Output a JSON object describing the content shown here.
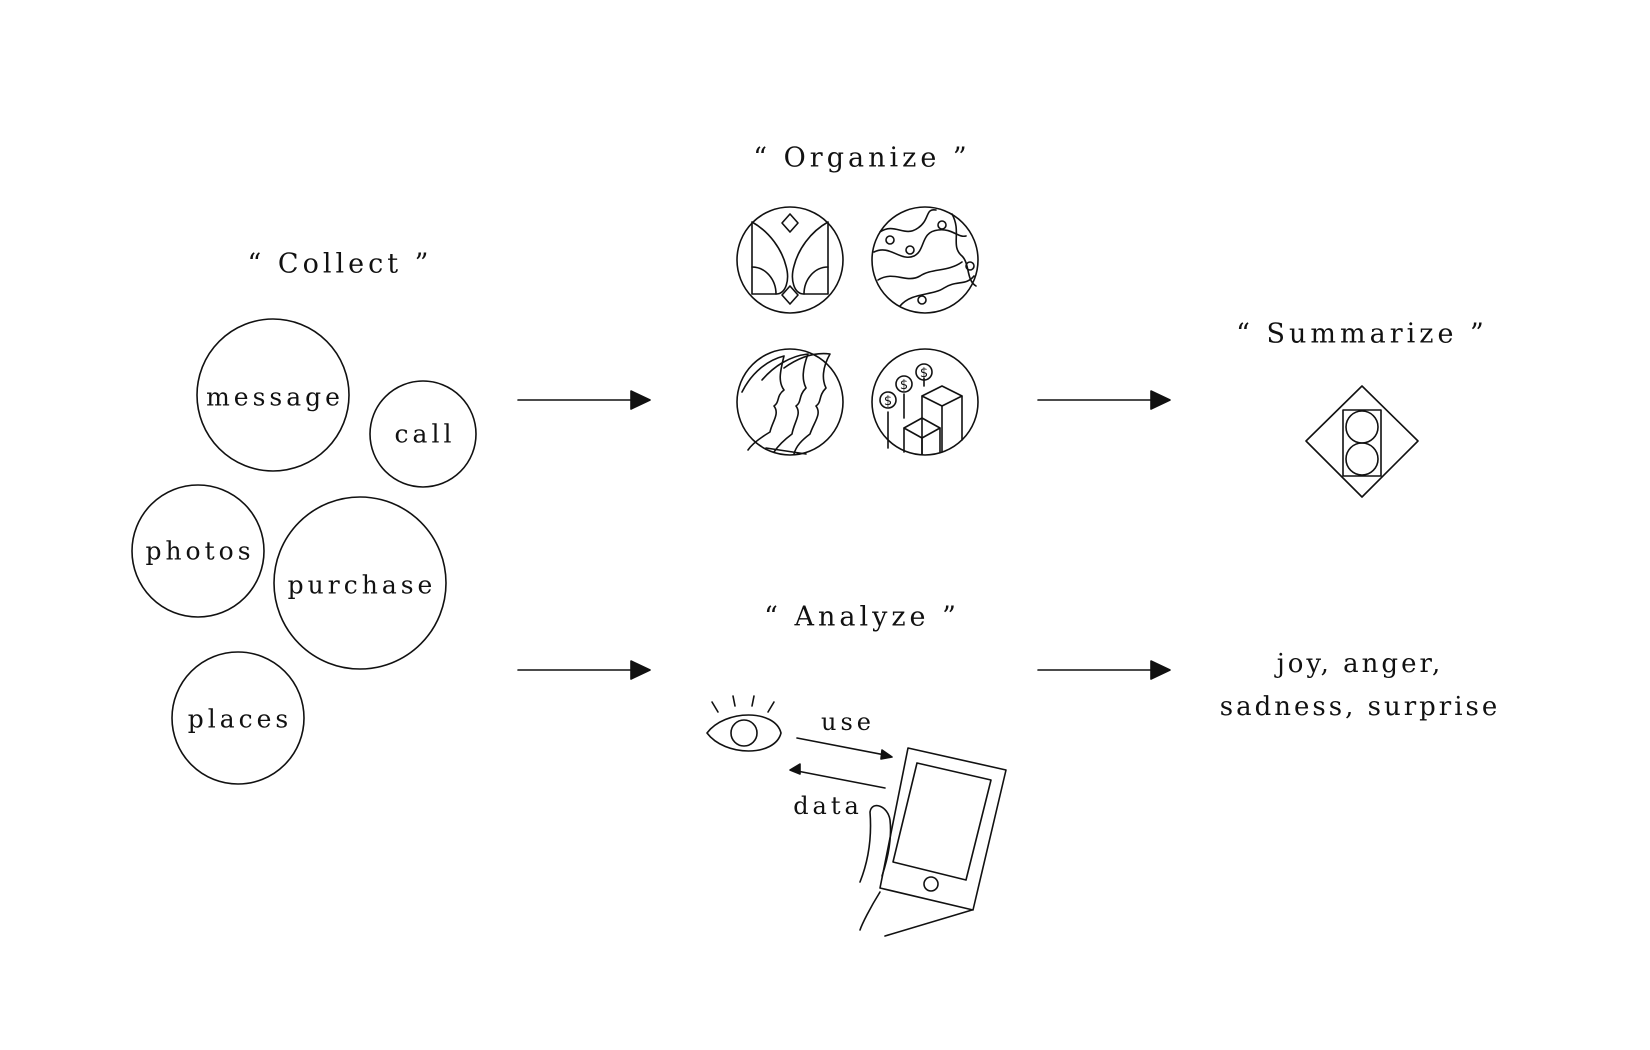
{
  "stages": {
    "collect": "“ Collect ”",
    "organize": "“ Organize ”",
    "summarize": "“ Summarize ”",
    "analyze": "“ Analyze ”"
  },
  "sources": [
    "message",
    "call",
    "photos",
    "purchase",
    "places"
  ],
  "analyze": {
    "use_label": "use",
    "data_label": "data"
  },
  "organize_icons": [
    "masks-icon",
    "map-icon",
    "faces-icon",
    "finance-icon"
  ],
  "summary_icon": "diamond-icon",
  "emotions": {
    "line1": "joy, anger,",
    "line2": "sadness, surprise"
  },
  "colors": {
    "ink": "#111111",
    "background": "#ffffff"
  }
}
